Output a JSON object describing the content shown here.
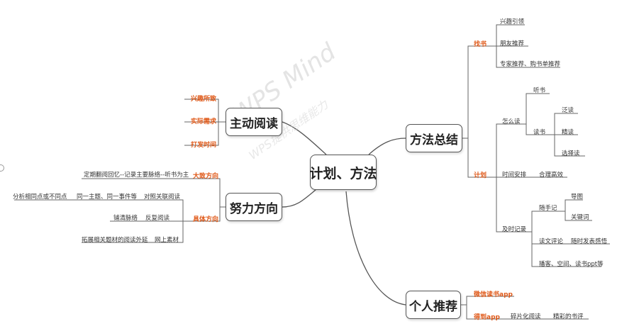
{
  "mindmap": {
    "central": "计划、方法",
    "watermark": "WPS Mind",
    "watermark_sub": "WPS提供思维能力",
    "branches": {
      "reading": {
        "title": "主动阅读",
        "items": [
          "兴趣所致",
          "实际需求",
          "打发时间"
        ]
      },
      "effort": {
        "title": "努力方向",
        "general": "大致方向",
        "general_leaf": "定期翻阅回忆--记录主要脉络--听书为主",
        "specific": "具体方向",
        "specific_leaves": [
          {
            "a": "分析相同点或不同点",
            "b": "同一主题、同一事件等",
            "c": "对照关联阅读"
          },
          {
            "a": "",
            "b": "铺清脉络",
            "c": "反复阅读"
          },
          {
            "a": "",
            "b": "拓展相关题材的阅读外延",
            "c": "网上素材"
          }
        ]
      },
      "method": {
        "title": "方法总结",
        "find": "找书",
        "find_items": [
          "兴趣引领",
          "朋友推荐",
          "专家推荐、购书单推荐"
        ],
        "plan": "计划",
        "how": "怎么读",
        "listen": "听书",
        "read": "读书",
        "read_items": [
          "泛读",
          "精读",
          "选择读"
        ],
        "time": "时间安排",
        "time_item": "合理高效",
        "record": "及时记录",
        "note": "随手记",
        "note_items": [
          "导图",
          "关键词"
        ],
        "comment": "读文评论",
        "comment_item": "随时发表感悟",
        "share": "播客、空间、读书ppt等"
      },
      "recommend": {
        "title": "个人推荐",
        "app1": "微信读书app",
        "app2": "得到app",
        "app2_items": [
          "碎片化阅读",
          "精彩的书评"
        ]
      }
    }
  }
}
